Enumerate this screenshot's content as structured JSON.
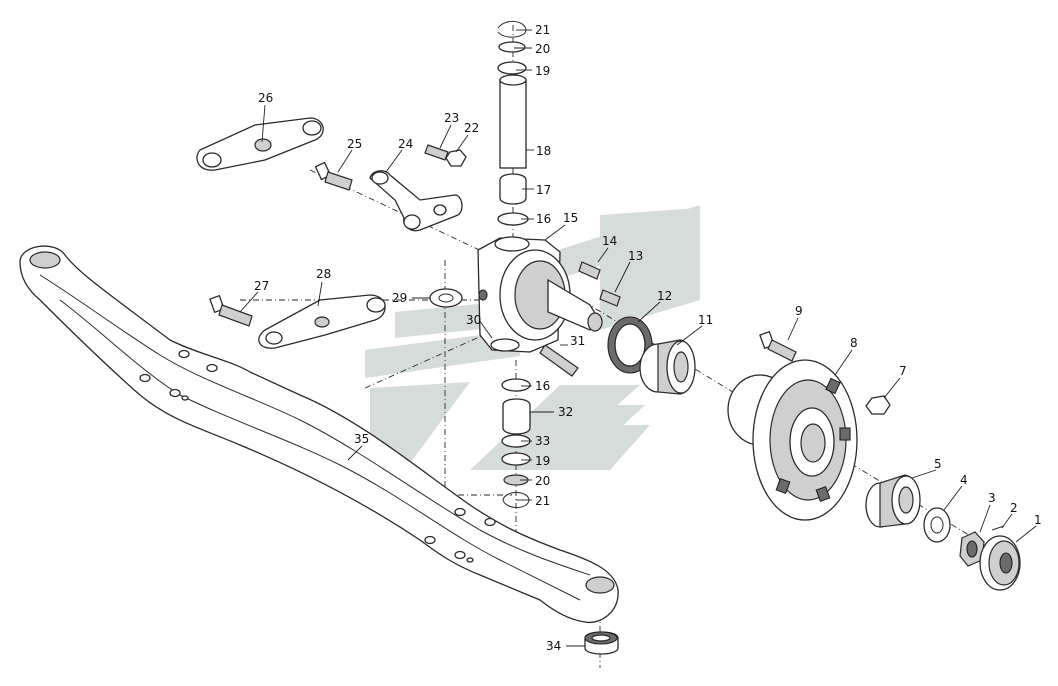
{
  "callouts": [
    {
      "id": "c1",
      "label": "1"
    },
    {
      "id": "c2",
      "label": "2"
    },
    {
      "id": "c3",
      "label": "3"
    },
    {
      "id": "c4",
      "label": "4"
    },
    {
      "id": "c5",
      "label": "5"
    },
    {
      "id": "c7",
      "label": "7"
    },
    {
      "id": "c8",
      "label": "8"
    },
    {
      "id": "c9",
      "label": "9"
    },
    {
      "id": "c11",
      "label": "11"
    },
    {
      "id": "c12",
      "label": "12"
    },
    {
      "id": "c13",
      "label": "13"
    },
    {
      "id": "c14",
      "label": "14"
    },
    {
      "id": "c15",
      "label": "15"
    },
    {
      "id": "c16a",
      "label": "16"
    },
    {
      "id": "c16b",
      "label": "16"
    },
    {
      "id": "c17",
      "label": "17"
    },
    {
      "id": "c18",
      "label": "18"
    },
    {
      "id": "c19a",
      "label": "19"
    },
    {
      "id": "c19b",
      "label": "19"
    },
    {
      "id": "c20a",
      "label": "20"
    },
    {
      "id": "c20b",
      "label": "20"
    },
    {
      "id": "c21a",
      "label": "21"
    },
    {
      "id": "c21b",
      "label": "21"
    },
    {
      "id": "c22",
      "label": "22"
    },
    {
      "id": "c23",
      "label": "23"
    },
    {
      "id": "c24",
      "label": "24"
    },
    {
      "id": "c25",
      "label": "25"
    },
    {
      "id": "c26",
      "label": "26"
    },
    {
      "id": "c27",
      "label": "27"
    },
    {
      "id": "c28",
      "label": "28"
    },
    {
      "id": "c29",
      "label": "29"
    },
    {
      "id": "c30",
      "label": "30"
    },
    {
      "id": "c31",
      "label": "31"
    },
    {
      "id": "c32",
      "label": "32"
    },
    {
      "id": "c33",
      "label": "33"
    },
    {
      "id": "c34",
      "label": "34"
    },
    {
      "id": "c35",
      "label": "35"
    }
  ],
  "watermark": {
    "color": "#d6dcd9"
  }
}
